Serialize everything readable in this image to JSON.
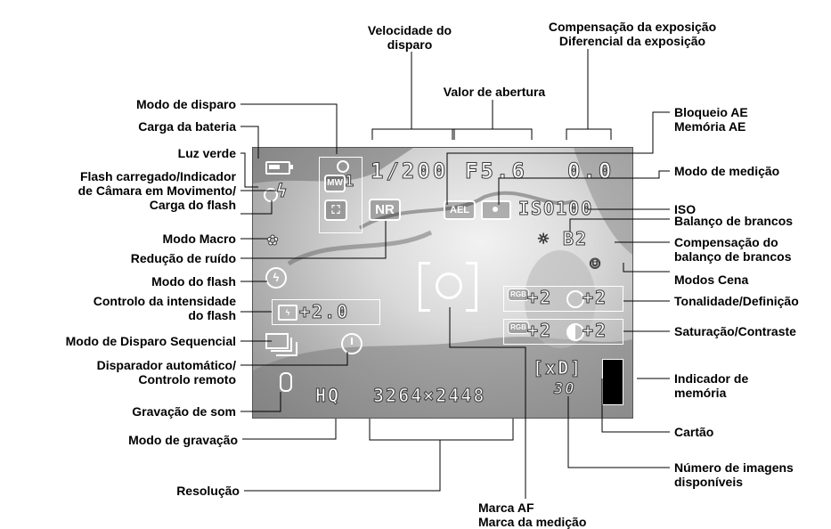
{
  "labels": {
    "velocidade": "Velocidade do\ndisparo",
    "compensacao": "Compensação da exposição\nDiferencial da exposição",
    "abertura": "Valor de abertura",
    "modo_disparo": "Modo de disparo",
    "bloqueio_ae": "Bloqueio AE\nMemória AE",
    "carga_bateria": "Carga da bateria",
    "luz_verde": "Luz verde",
    "modo_medicao": "Modo de medição",
    "flash_carregado": "Flash carregado/Indicador\nde Câmara em Movimento/\nCarga do flash",
    "iso": "ISO",
    "balanco": "Balanço de brancos",
    "modo_macro": "Modo Macro",
    "comp_balanco": "Compensação do\nbalanço de brancos",
    "reducao_ruido": "Redução de ruído",
    "modos_cena": "Modos Cena",
    "modo_flash": "Modo do flash",
    "tonalidade": "Tonalidade/Definição",
    "controlo_flash": "Controlo da intensidade\ndo flash",
    "saturacao": "Saturação/Contraste",
    "sequencial": "Modo de Disparo Sequencial",
    "disparador": "Disparador automático/\nControlo remoto",
    "indicador_memoria": "Indicador de\nmemória",
    "gravacao_som": "Gravação de som",
    "cartao": "Cartão",
    "modo_gravacao": "Modo de gravação",
    "numero_imagens": "Número de imagens\ndisponíveis",
    "resolucao": "Resolução",
    "marca_af": "Marca AF\nMarca da medição"
  },
  "osd": {
    "shutter": "1/200",
    "aperture": "F5.6",
    "exposure": "0.0",
    "iso": "ISO100",
    "wb_comp": "B2",
    "flash_intensity": "+2.0",
    "tone": "+2",
    "sharpness": "+2",
    "saturation": "+2",
    "contrast": "+2",
    "card": "[xD]",
    "shots_left": "30",
    "quality": "HQ",
    "resolution": "3264×2448",
    "nr_badge": "NR",
    "ael_badge": "AEL",
    "mode_badge": "MW",
    "rgb1": "RGB",
    "rgb2": "RGB"
  },
  "icons": [
    "battery-icon",
    "green-light-icon",
    "flash-ready-icon",
    "macro-icon",
    "flash-mode-icon",
    "flash-intensity-icon",
    "sequential-icon",
    "self-timer-icon",
    "microphone-icon",
    "scene-mode-icon",
    "metering-icon",
    "white-balance-icon",
    "af-mark-icon",
    "memory-indicator-icon",
    "shooting-mode-icon",
    "scene-program-icon"
  ]
}
